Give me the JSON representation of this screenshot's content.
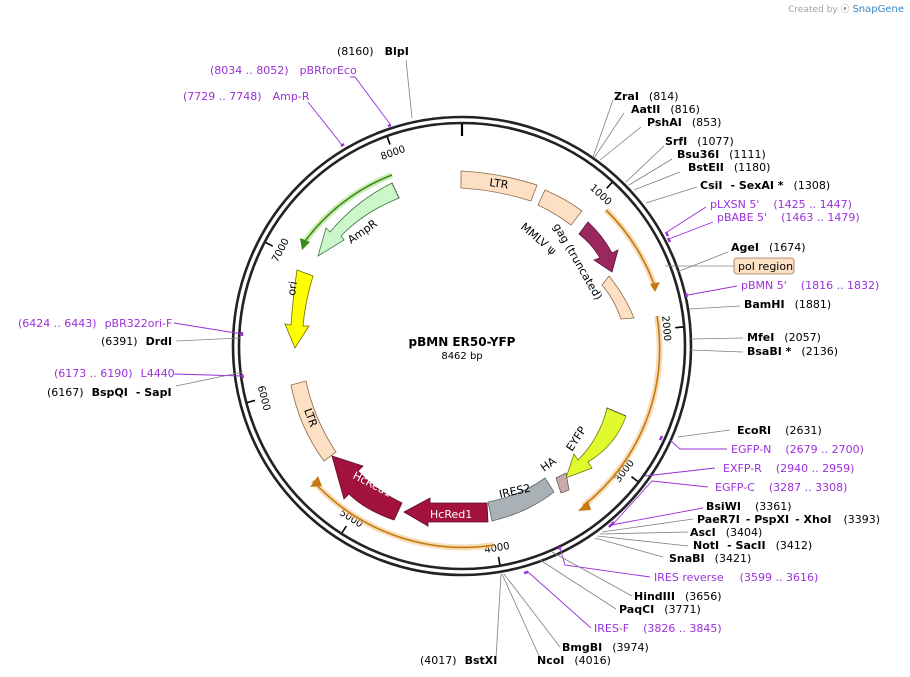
{
  "credit": {
    "created_by": "Created by",
    "brand": "SnapGene"
  },
  "plasmid": {
    "name": "pBMN ER50-YFP",
    "length": "8462 bp"
  },
  "ticks": [
    {
      "label": "1000",
      "bp": 1000
    },
    {
      "label": "2000",
      "bp": 2000
    },
    {
      "label": "3000",
      "bp": 3000
    },
    {
      "label": "4000",
      "bp": 4000
    },
    {
      "label": "5000",
      "bp": 5000
    },
    {
      "label": "6000",
      "bp": 6000
    },
    {
      "label": "7000",
      "bp": 7000
    },
    {
      "label": "8000",
      "bp": 8000
    }
  ],
  "features": {
    "ltr_top": "LTR",
    "mmlv_psi": "MMLV ψ",
    "gag": "gag (truncated)",
    "pol_region": "pol region",
    "eyfp": "EYFP",
    "ha": "HA",
    "ires2": "IRES2",
    "hcred1_a": "HcRed1",
    "hcred1_b": "HcRed1",
    "ltr_bottom": "LTR",
    "ori": "ori",
    "ampr": "AmpR"
  },
  "sites": {
    "blpi": {
      "name": "BlpI",
      "pos": "(8160)"
    },
    "pbrforeco": {
      "range": "(8034 .. 8052)",
      "name": "pBRforEco"
    },
    "ampr_primer": {
      "range": "(7729 .. 7748)",
      "name": "Amp-R"
    },
    "zrai": {
      "name": "ZraI",
      "pos": "(814)"
    },
    "aatii": {
      "name": "AatII",
      "pos": "(816)"
    },
    "pshai": {
      "name": "PshAI",
      "pos": "(853)"
    },
    "srfi": {
      "name": "SrfI",
      "pos": "(1077)"
    },
    "bsu36i": {
      "name": "Bsu36I",
      "pos": "(1111)"
    },
    "bsteii": {
      "name": "BstEII",
      "pos": "(1180)"
    },
    "csii": {
      "name": "CsiI",
      "name2": "- SexAI *",
      "pos": "(1308)"
    },
    "plxsn": {
      "name": "pLXSN 5'",
      "range": "(1425 .. 1447)"
    },
    "pbabe": {
      "name": "pBABE 5'",
      "range": "(1463 .. 1479)"
    },
    "agei": {
      "name": "AgeI",
      "pos": "(1674)"
    },
    "pbmn": {
      "name": "pBMN 5'",
      "range": "(1816 .. 1832)"
    },
    "bamhi": {
      "name": "BamHI",
      "pos": "(1881)"
    },
    "mfei": {
      "name": "MfeI",
      "pos": "(2057)"
    },
    "bsabi": {
      "name": "BsaBI *",
      "pos": "(2136)"
    },
    "ecori": {
      "name": "EcoRI",
      "pos": "(2631)"
    },
    "egfpn": {
      "name": "EGFP-N",
      "range": "(2679 .. 2700)"
    },
    "exfpr": {
      "name": "EXFP-R",
      "range": "(2940 .. 2959)"
    },
    "egfpc": {
      "name": "EGFP-C",
      "range": "(3287 .. 3308)"
    },
    "bsiwi": {
      "name": "BsiWI",
      "pos": "(3361)"
    },
    "paer7i": {
      "name": "PaeR7I",
      "name2": "- PspXI",
      "name3": "- XhoI",
      "pos": "(3393)"
    },
    "asci": {
      "name": "AscI",
      "pos": "(3404)"
    },
    "noti": {
      "name": "NotI",
      "name2": "- SacII",
      "pos": "(3412)"
    },
    "snabi": {
      "name": "SnaBI",
      "pos": "(3421)"
    },
    "ires_rev": {
      "name": "IRES reverse",
      "range": "(3599 .. 3616)"
    },
    "hindiii": {
      "name": "HindIII",
      "pos": "(3656)"
    },
    "paqci": {
      "name": "PaqCI",
      "pos": "(3771)"
    },
    "iresf": {
      "name": "IRES-F",
      "range": "(3826 .. 3845)"
    },
    "bmgbi": {
      "name": "BmgBI",
      "pos": "(3974)"
    },
    "ncoi": {
      "name": "NcoI",
      "pos": "(4016)"
    },
    "bstxi": {
      "name": "BstXI",
      "pos": "(4017)"
    },
    "pbr322ori": {
      "range": "(6424 .. 6443)",
      "name": "pBR322ori-F"
    },
    "drdi": {
      "pos": "(6391)",
      "name": "DrdI"
    },
    "l4440": {
      "range": "(6173 .. 6190)",
      "name": "L4440"
    },
    "bspqi": {
      "pos": "(6167)",
      "name": "BspQI",
      "name2": "- SapI"
    }
  },
  "colors": {
    "ltr": "#fde0c4",
    "gag": "#9b2760",
    "eyfp": "#e1fa2e",
    "ires": "#a9b1b6",
    "hcred": "#a3123f",
    "ori": "#ffff00",
    "ampr": "#cbf7cb",
    "primer": "#9b30d9",
    "region": "#f2a94a"
  }
}
